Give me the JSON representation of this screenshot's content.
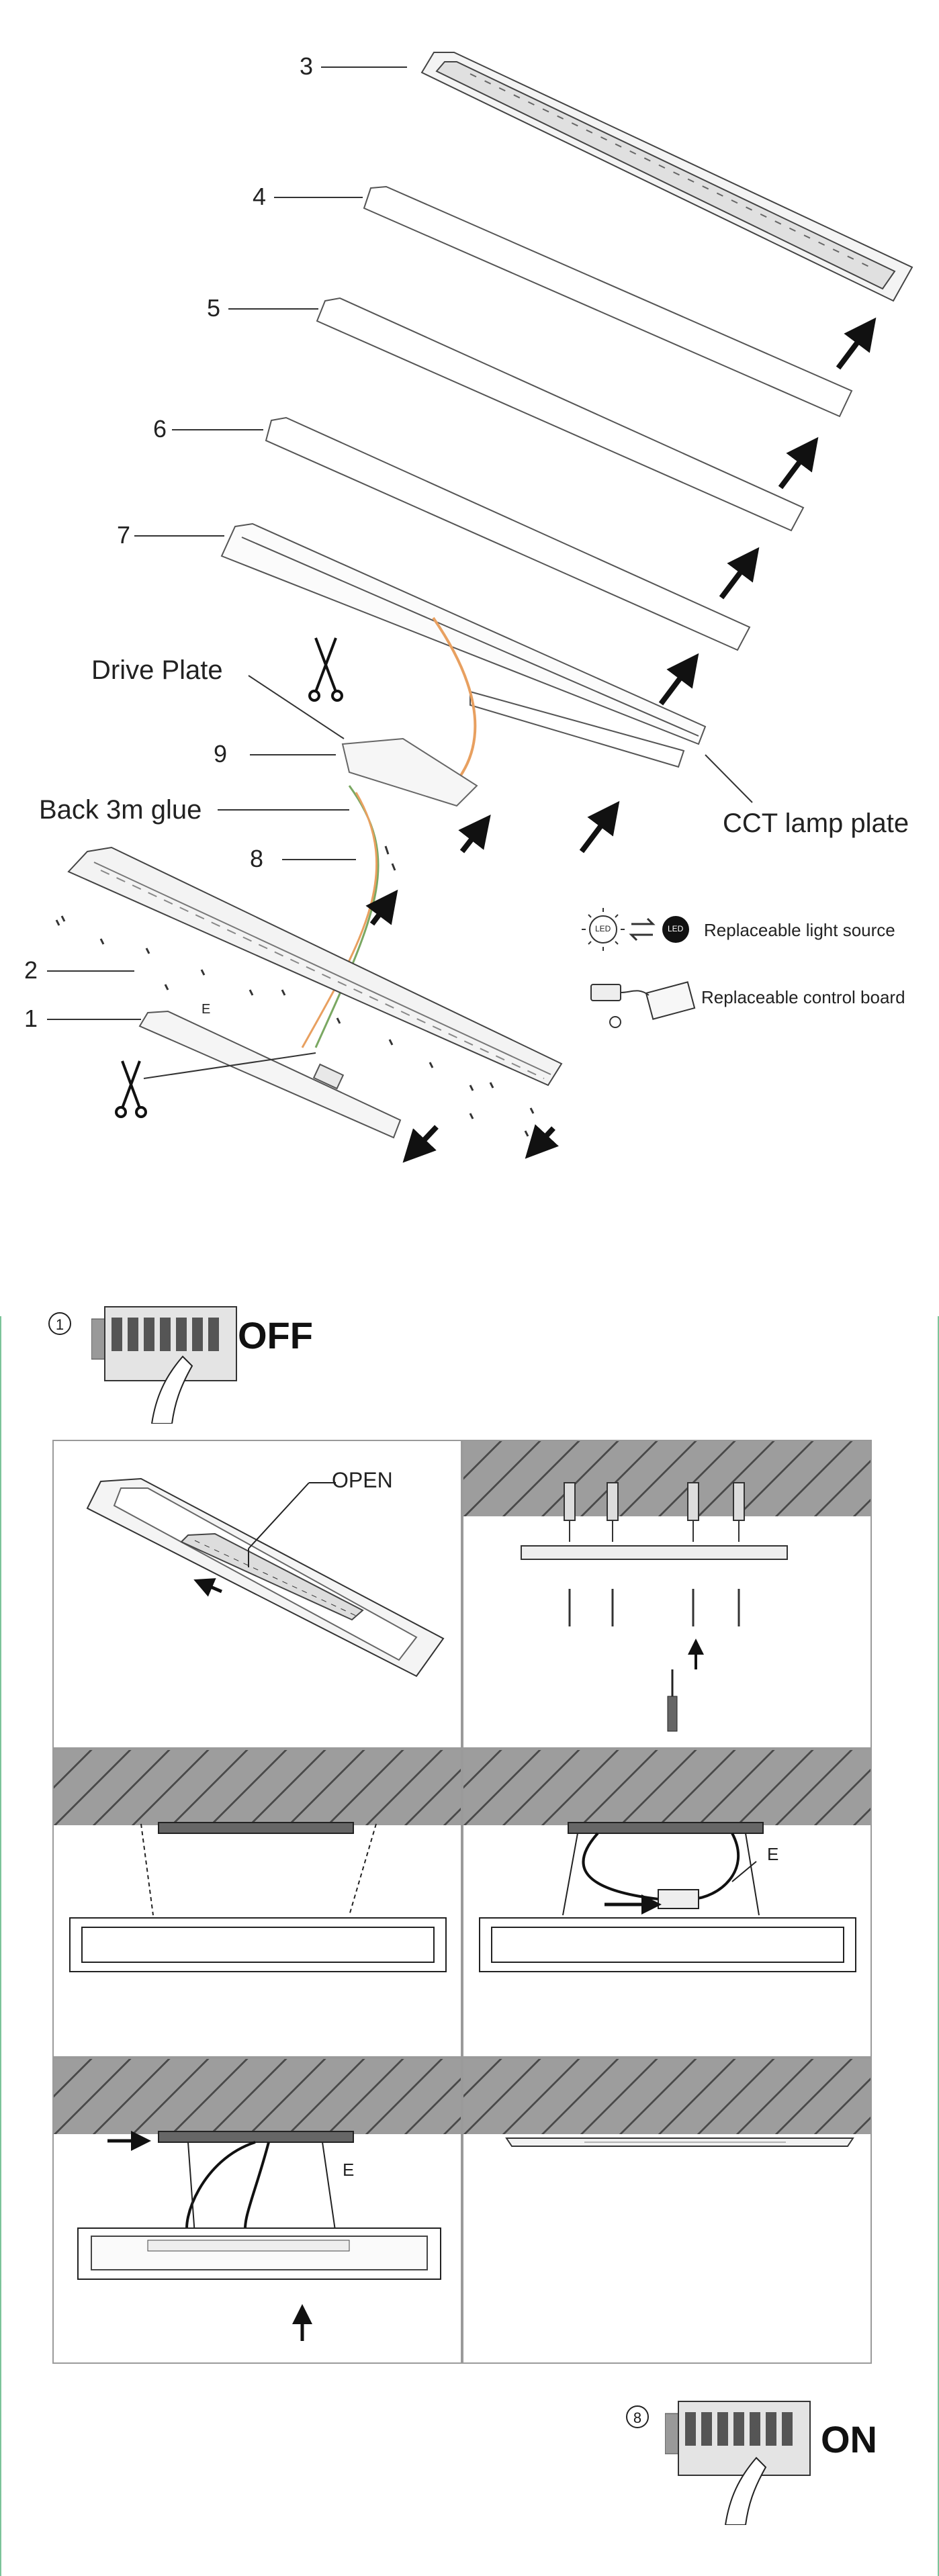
{
  "exploded_view": {
    "part_labels": [
      "1",
      "2",
      "3",
      "4",
      "5",
      "6",
      "7",
      "8",
      "9"
    ],
    "drive_plate": "Drive Plate",
    "back_glue": "Back 3m glue",
    "cct_plate": "CCT lamp plate",
    "wire_letter": "E",
    "legend": {
      "led_text": "LED",
      "light_source": "Replaceable light source",
      "control_board": "Replaceable control board"
    }
  },
  "install": {
    "step_start": "1",
    "off_label": "OFF",
    "open_label": "OPEN",
    "wire_letter": "E",
    "step_end": "8",
    "on_label": "ON"
  },
  "colors": {
    "accent_green": "#7cc49a",
    "hatch_gray": "#9d9d9d",
    "line": "#333333"
  }
}
